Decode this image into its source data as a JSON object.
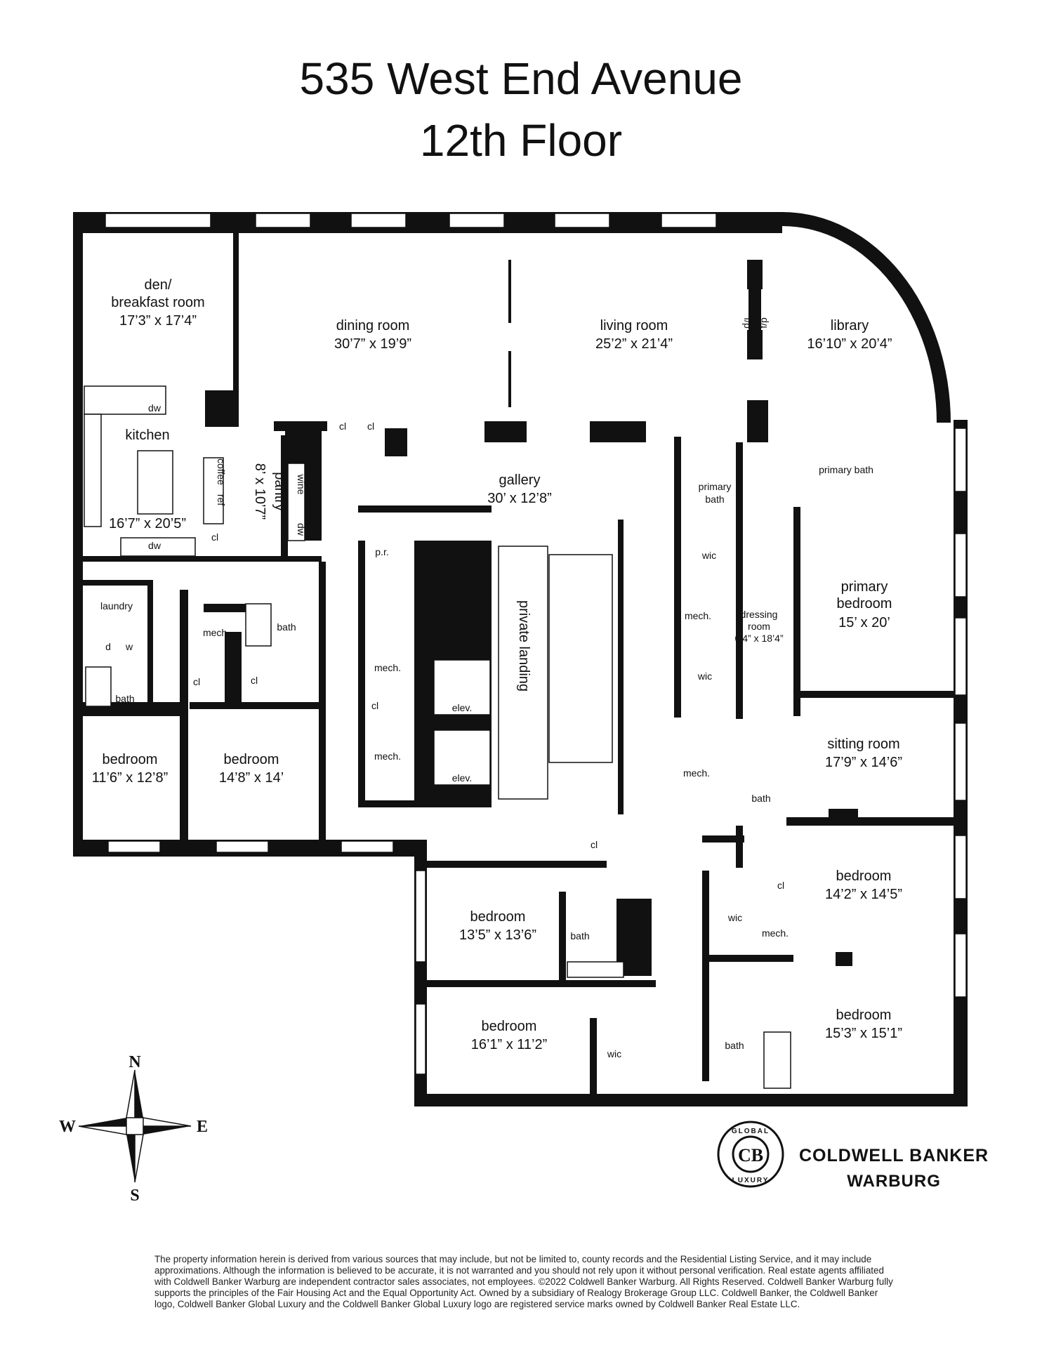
{
  "title": {
    "line1": "535 West End Avenue",
    "line2": "12th Floor"
  },
  "rooms": {
    "den": {
      "name1": "den/",
      "name2": "breakfast room",
      "dims": "17’3” x 17’4”"
    },
    "dining": {
      "name": "dining room",
      "dims": "30’7” x 19’9”"
    },
    "living": {
      "name": "living room",
      "dims": "25’2” x 21’4”"
    },
    "library": {
      "name": "library",
      "dims": "16’10” x 20’4”"
    },
    "kitchen": {
      "name": "kitchen",
      "dims": "16’7” x 20’5”"
    },
    "pantry": {
      "name": "pantry",
      "dims": "8’ x 10’7”"
    },
    "gallery": {
      "name": "gallery",
      "dims": "30’ x 12’8”"
    },
    "private_landing": {
      "name": "private landing"
    },
    "primary_bath_a": {
      "name1": "primary",
      "name2": "bath"
    },
    "primary_bath_b": {
      "name": "primary bath"
    },
    "primary_bedroom": {
      "name1": "primary",
      "name2": "bedroom",
      "dims": "15’ x 20’"
    },
    "dressing": {
      "name1": "dressing",
      "name2": "room",
      "dims": "6’4” x 18’4”"
    },
    "sitting": {
      "name": "sitting room",
      "dims": "17’9” x 14’6”"
    },
    "laundry": {
      "name": "laundry"
    },
    "bedroom_w1": {
      "name": "bedroom",
      "dims": "11’6” x 12’8”"
    },
    "bedroom_w2": {
      "name": "bedroom",
      "dims": "14’8” x 14’"
    },
    "bedroom_s1": {
      "name": "bedroom",
      "dims": "13’5” x 13’6”"
    },
    "bedroom_s2": {
      "name": "bedroom",
      "dims": "16’1” x 11’2”"
    },
    "bedroom_e1": {
      "name": "bedroom",
      "dims": "14’2” x 14’5”"
    },
    "bedroom_e2": {
      "name": "bedroom",
      "dims": "15’3” x 15’1”"
    }
  },
  "small_labels": {
    "dw": "dw",
    "coffee": "coffee",
    "ref": "ref",
    "wine": "wine",
    "cl": "cl",
    "pr": "p.r.",
    "mech": "mech.",
    "bath": "bath",
    "wic": "wic",
    "d": "d",
    "w": "w",
    "elev": "elev.",
    "fp": "f/p"
  },
  "compass": {
    "n": "N",
    "s": "S",
    "e": "E",
    "w": "W"
  },
  "brand": {
    "line1": "COLDWELL BANKER",
    "line2": "WARBURG",
    "seal_top": "GLOBAL",
    "seal_bottom": "LUXURY",
    "seal_mark": "CB"
  },
  "disclaimer": "The property information herein is derived from various sources that may include, but not be limited to, county records and the Residential Listing Service, and it may include approximations. Although the information is believed to be accurate, it is not warranted and you should not rely upon it without personal verification. Real estate agents affiliated with Coldwell Banker Warburg are independent contractor sales associates, not employees. ©2022 Coldwell Banker Warburg. All Rights Reserved. Coldwell Banker Warburg fully supports the principles of the Fair Housing Act and the Equal Opportunity Act. Owned by a subsidiary of Realogy Brokerage Group LLC. Coldwell Banker, the Coldwell Banker logo, Coldwell Banker Global Luxury and the Coldwell Banker Global Luxury logo are registered service marks owned by Coldwell Banker Real Estate LLC."
}
